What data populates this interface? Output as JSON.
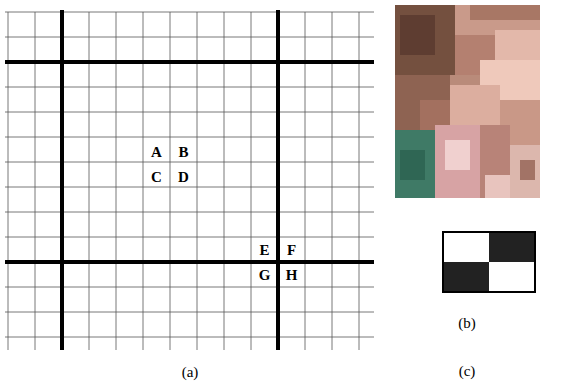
{
  "diagram": {
    "labels": [
      "A",
      "B",
      "C",
      "D",
      "E",
      "F",
      "G",
      "H",
      "(a)",
      "(b)",
      "(c)"
    ]
  }
}
